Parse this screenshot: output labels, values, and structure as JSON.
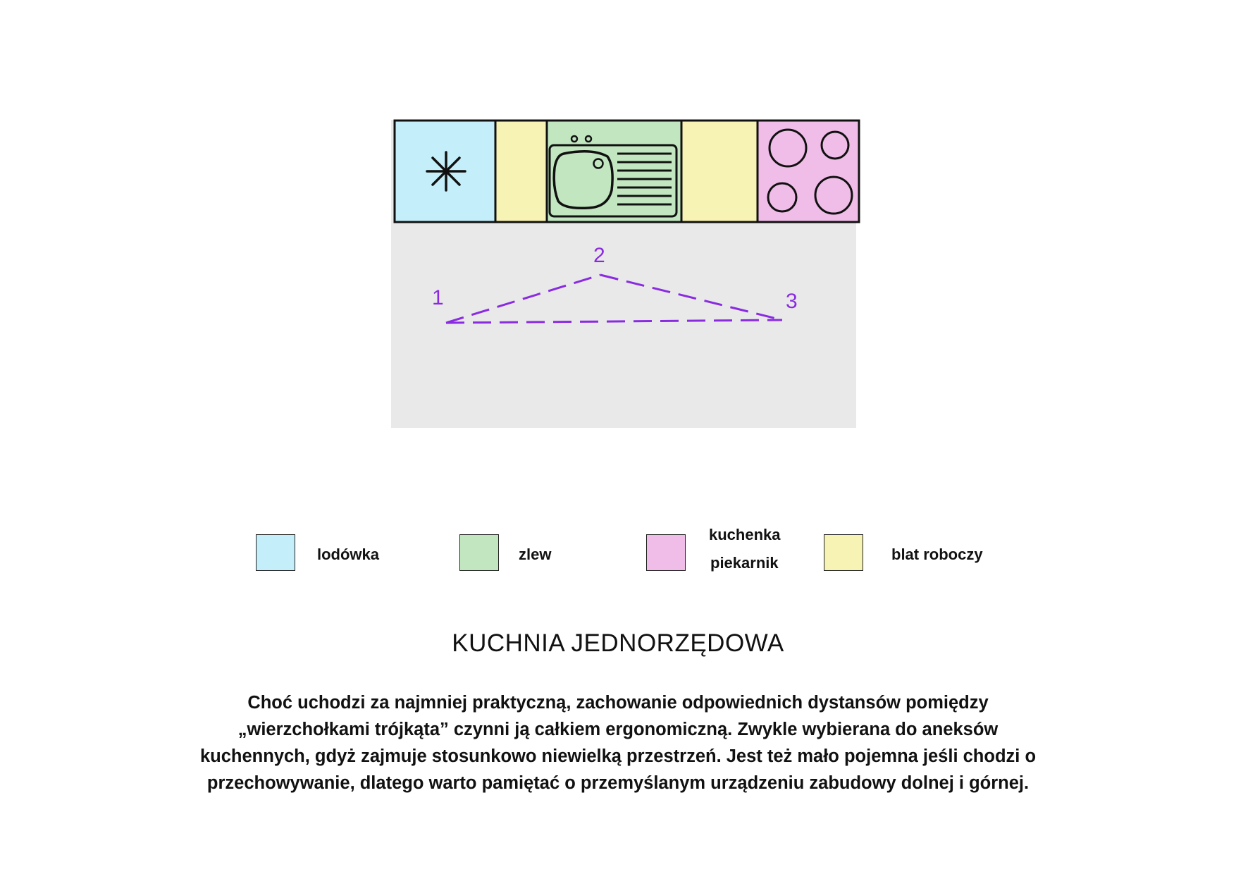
{
  "colors": {
    "fridge": "#c4effa",
    "sink": "#c1e6c0",
    "stove": "#f0bde8",
    "counter": "#f6f3b4",
    "floor": "#e9e9e9",
    "triangle": "#8a2be2"
  },
  "plan": {
    "modules": [
      {
        "id": "fridge",
        "icon": "snowflake-icon"
      },
      {
        "id": "counter"
      },
      {
        "id": "sink",
        "icon": "sink-icon"
      },
      {
        "id": "counter"
      },
      {
        "id": "stove",
        "icon": "burners-icon"
      }
    ],
    "triangle": {
      "vertices": [
        {
          "label": "1"
        },
        {
          "label": "2"
        },
        {
          "label": "3"
        }
      ]
    }
  },
  "legend": {
    "items": [
      {
        "key": "fridge",
        "lines": [
          "lodówka"
        ]
      },
      {
        "key": "sink",
        "lines": [
          "zlew"
        ]
      },
      {
        "key": "stove",
        "lines": [
          "kuchenka",
          "piekarnik"
        ]
      },
      {
        "key": "counter",
        "lines": [
          "blat roboczy"
        ]
      }
    ]
  },
  "title": "KUCHNIA JEDNORZĘDOWA",
  "description": [
    "Choć uchodzi za najmniej praktyczną, zachowanie odpowiednich dystansów pomiędzy",
    "„wierzchołkami trójkąta” czynni ją całkiem ergonomiczną. Zwykle wybierana do aneksów",
    "kuchennych, gdyż zajmuje stosunkowo niewielką przestrzeń. Jest też mało pojemna jeśli chodzi o",
    "przechowywanie, dlatego warto pamiętać o przemyślanym urządzeniu zabudowy dolnej i górnej."
  ]
}
